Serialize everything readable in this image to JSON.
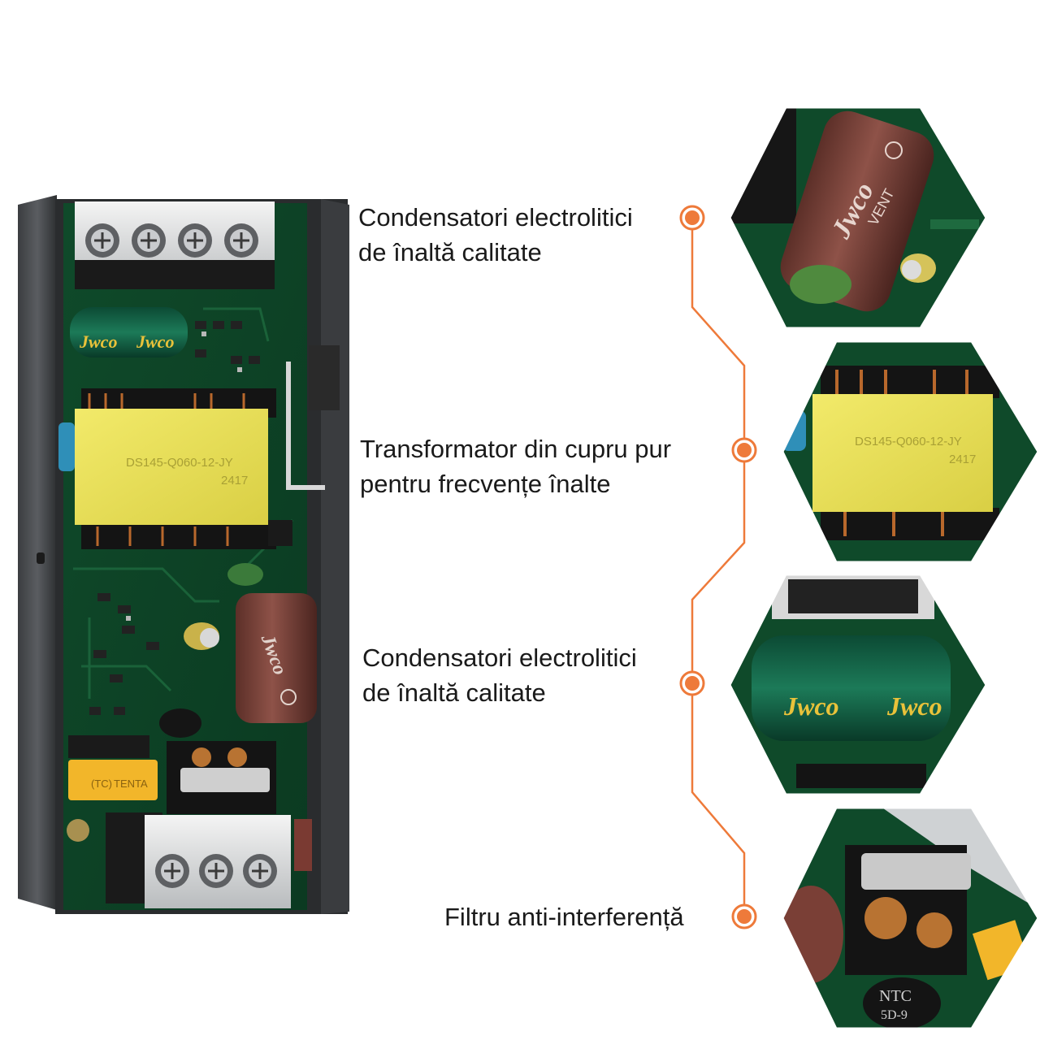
{
  "accent_color": "#ee7a3a",
  "callouts": [
    {
      "line1": "Condensatori electrolitici",
      "line2": "de înaltă calitate"
    },
    {
      "line1": "Transformator din cupru pur",
      "line2": "pentru frecvențe înalte"
    },
    {
      "line1": "Condensatori electrolitici",
      "line2": "de înaltă calitate"
    },
    {
      "line1": "Filtru anti-interferență",
      "line2": ""
    }
  ],
  "board": {
    "transformer_marking": "DS145-Q060-12-JY",
    "transformer_code": "2417",
    "capacitor_brand": "Jwco",
    "capacitor_sub": "VENT",
    "fuse_brand": "TENTA",
    "thermistor_label": "NTC",
    "thermistor_code": "5D-9"
  },
  "icons": [
    "callout-dot-icon",
    "terminal-screw-icon"
  ]
}
